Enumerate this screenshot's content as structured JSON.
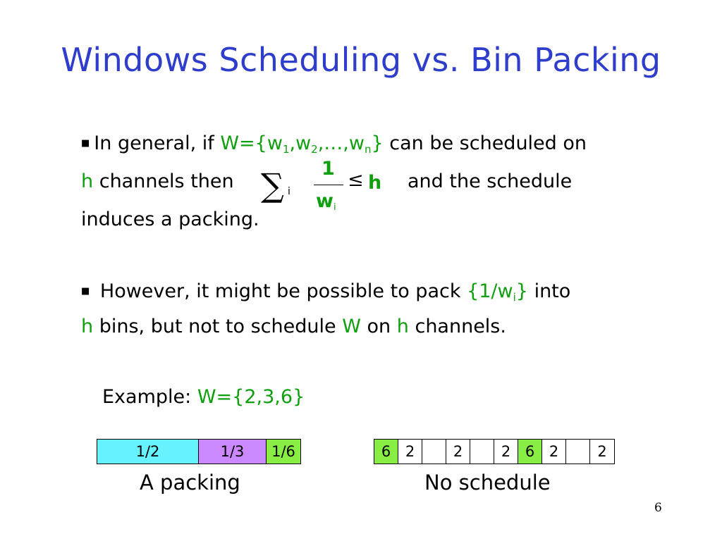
{
  "title": "Windows Scheduling vs. Bin Packing",
  "para1": {
    "l1_a": "In general, if",
    "l1_set_open": "W={w",
    "sub1": "1",
    "comma1": ",w",
    "sub2": "2",
    "mid": ",…,w",
    "subn": "n",
    "close": "}",
    "l1_b": "can be scheduled on",
    "l2_h": "h",
    "l2_a": "channels then",
    "l2_b": "and the schedule",
    "l3": "induces a packing."
  },
  "formula": {
    "sigma": "∑",
    "idx": "i",
    "num": "1",
    "den": "w",
    "den_sub": "i",
    "leq": "≤",
    "h": "h"
  },
  "para2": {
    "l1_a": "However, it might be possible to pack",
    "set_a": "{1/w",
    "set_sub": "i",
    "set_b": "}",
    "l1_b": "into",
    "l2_h": "h",
    "l2_a": "bins, but not to schedule",
    "l2_w": "W",
    "l2_on": "on",
    "l2_h2": "h",
    "l2_b": "channels."
  },
  "example": {
    "label": "Example:",
    "set": "W={2,3,6}"
  },
  "packing": {
    "caption": "A packing",
    "cells": [
      {
        "label": "1/2",
        "color": "#66f2ff"
      },
      {
        "label": "1/3",
        "color": "#cc88ff"
      },
      {
        "label": "1/6",
        "color": "#88ee44"
      }
    ]
  },
  "schedule": {
    "caption": "No schedule",
    "cells": [
      {
        "label": "6",
        "color": "#88ee44"
      },
      {
        "label": "2",
        "color": "#ffffff"
      },
      {
        "label": "",
        "color": "#ffffff"
      },
      {
        "label": "2",
        "color": "#ffffff"
      },
      {
        "label": "",
        "color": "#ffffff"
      },
      {
        "label": "2",
        "color": "#ffffff"
      },
      {
        "label": "6",
        "color": "#88ee44"
      },
      {
        "label": "2",
        "color": "#ffffff"
      },
      {
        "label": "",
        "color": "#ffffff"
      },
      {
        "label": "2",
        "color": "#ffffff"
      }
    ]
  },
  "page_number": "6",
  "colors": {
    "title": "#2f3dcc",
    "highlight": "#0f9f0f"
  }
}
